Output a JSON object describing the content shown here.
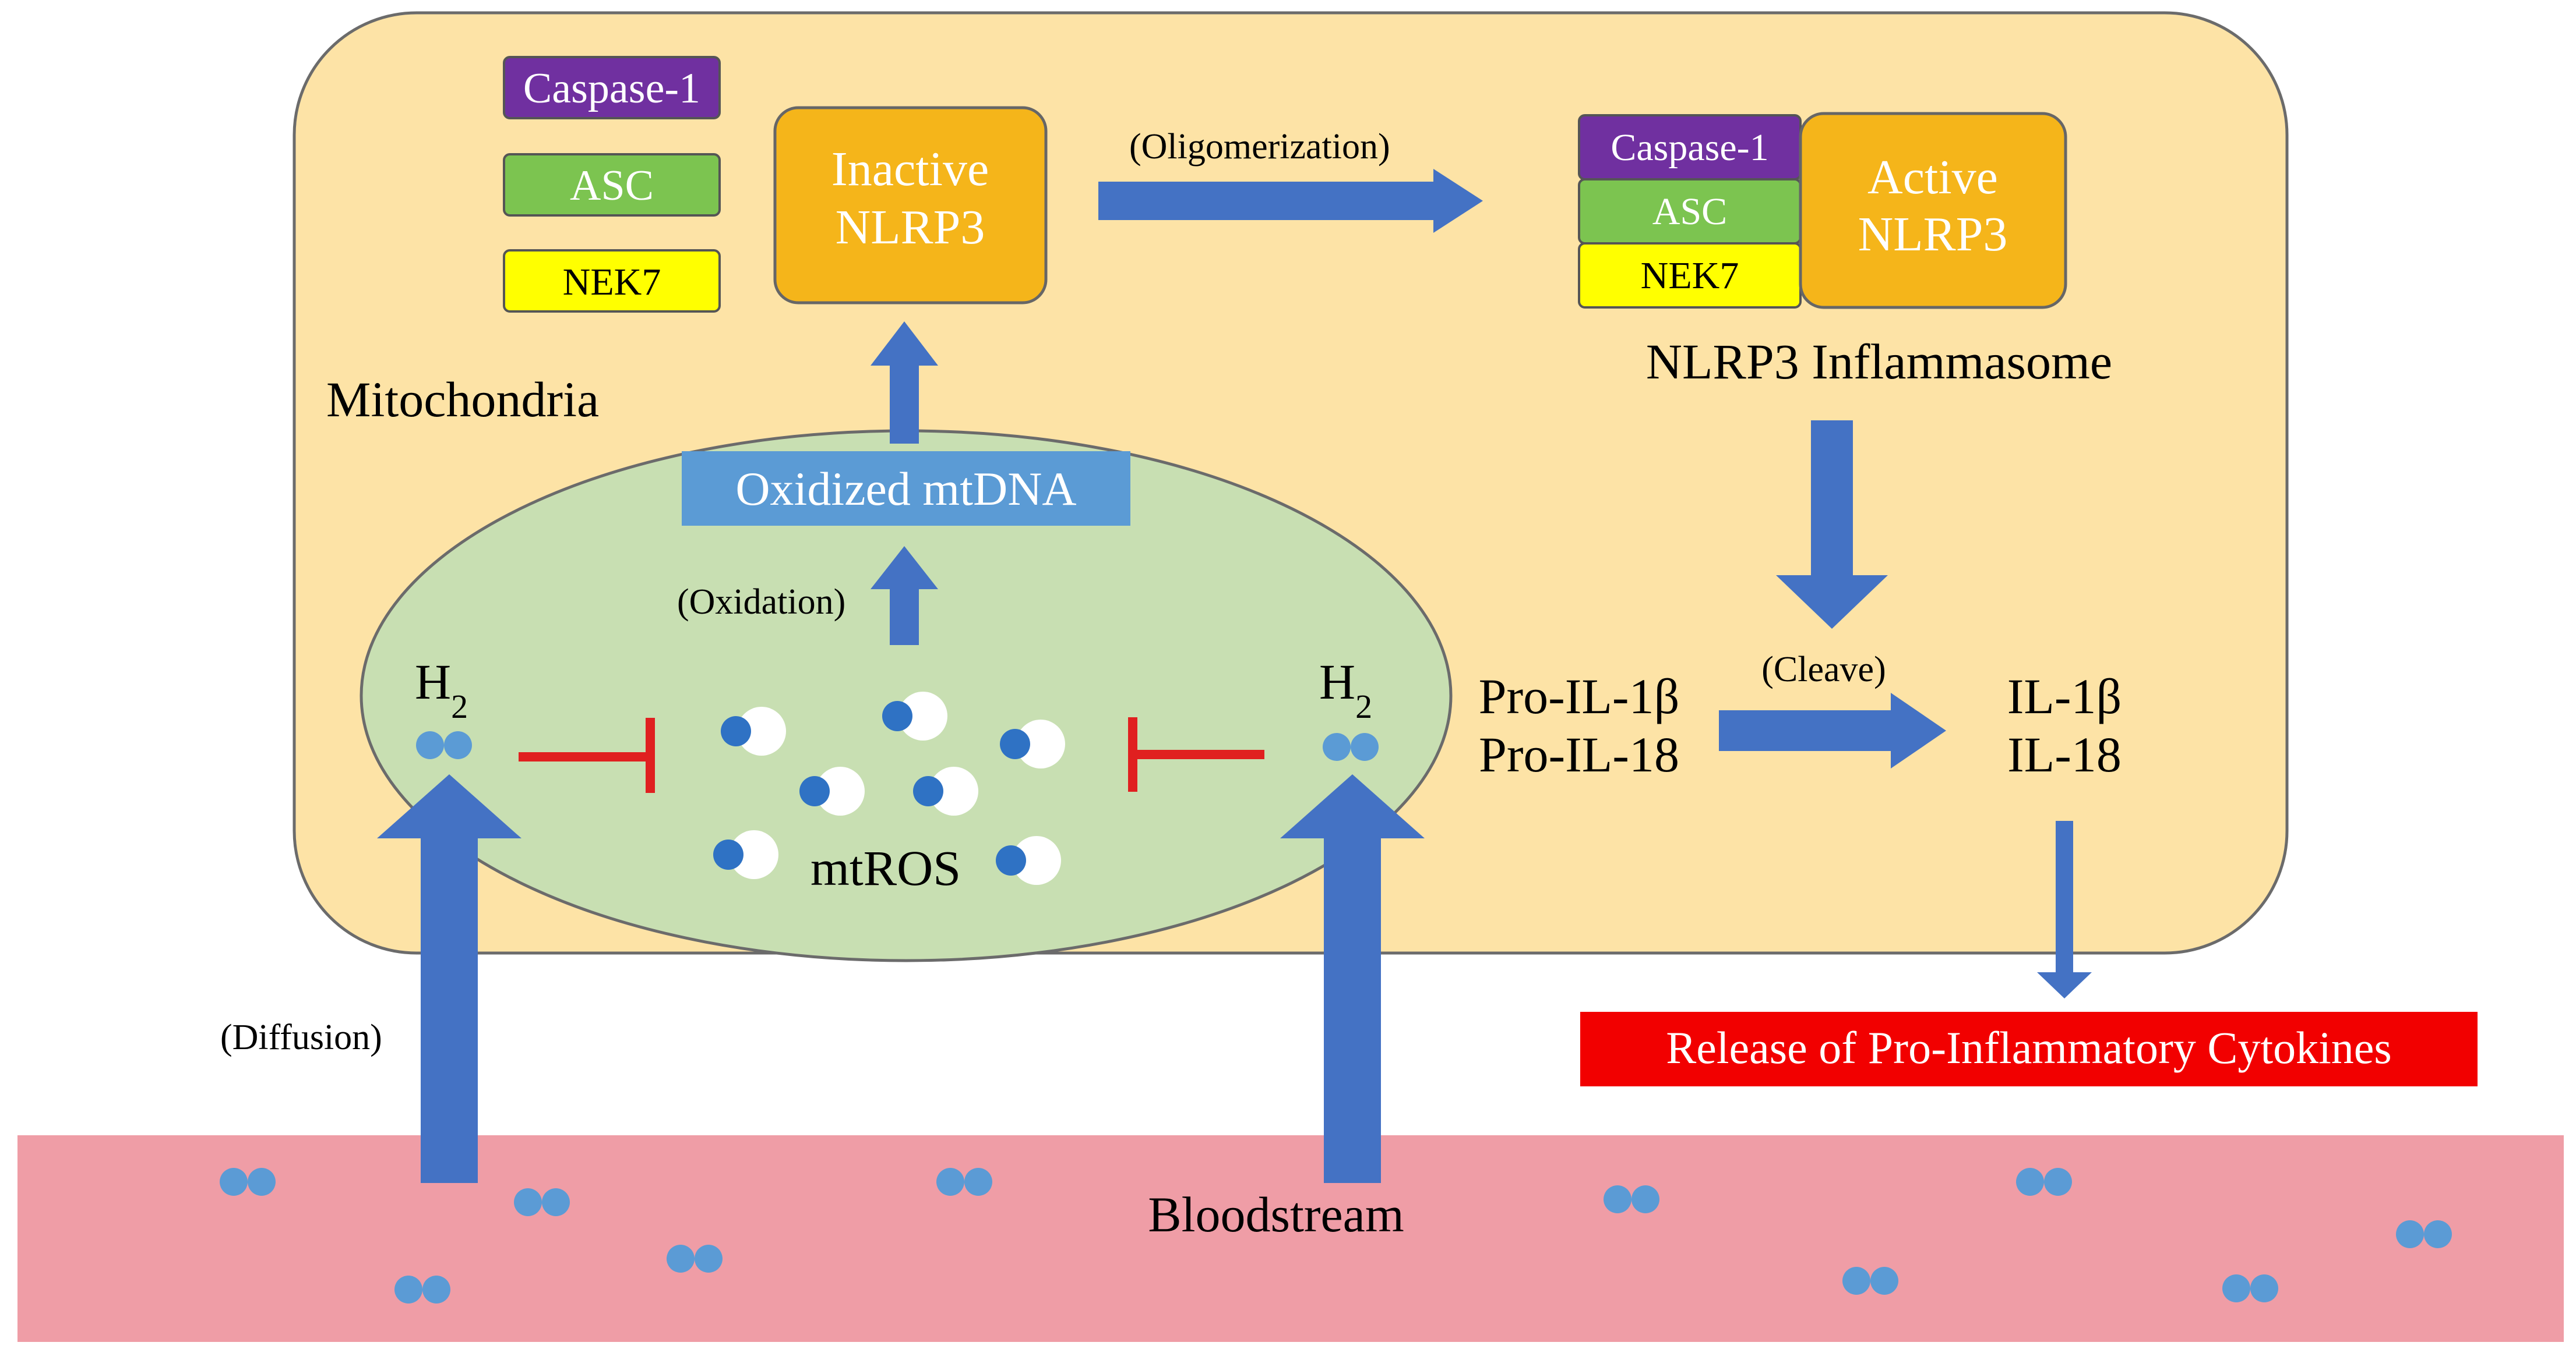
{
  "mito_label": "Mitochondria",
  "components": {
    "caspase1": "Caspase-1",
    "asc": "ASC",
    "nek7": "NEK7"
  },
  "inactive_nlrp3": [
    "Inactive",
    "NLRP3"
  ],
  "oligomerization": "(Oligomerization)",
  "active_nlrp3": [
    "Active",
    "NLRP3"
  ],
  "complex": {
    "caspase1": "Caspase-1",
    "asc": "ASC",
    "nek7": "NEK7"
  },
  "inflammasome_label": "NLRP3 Inflammasome",
  "oxidized_mtdna": "Oxidized mtDNA",
  "oxidation": "(Oxidation)",
  "h2_left": "H",
  "h2_right": "H",
  "h2_sub": "2",
  "mtros": "mtROS",
  "pro_cytokines": [
    "Pro-IL-1β",
    "Pro-IL-18"
  ],
  "cleave": "(Cleave)",
  "cytokines": [
    "IL-1β",
    "IL-18"
  ],
  "release": "Release of Pro-Inflammatory Cytokines",
  "diffusion": "(Diffusion)",
  "bloodstream": "Bloodstream",
  "colors": {
    "mitochondria_fill": "#fde3a6",
    "matrix_fill": "#c8dfb2",
    "bloodstream_fill": "#ef9da6",
    "nlrp3_fill": "#f5b51a",
    "caspase_fill": "#7030a0",
    "asc_fill": "#7cc450",
    "nek7_fill": "#ffff00",
    "mtdna_fill": "#5b9bd5",
    "arrow_blue": "#4472c4",
    "inhibit_red": "#e02020",
    "release_red": "#f20000",
    "molecule_blue": "#5b9bd5"
  }
}
